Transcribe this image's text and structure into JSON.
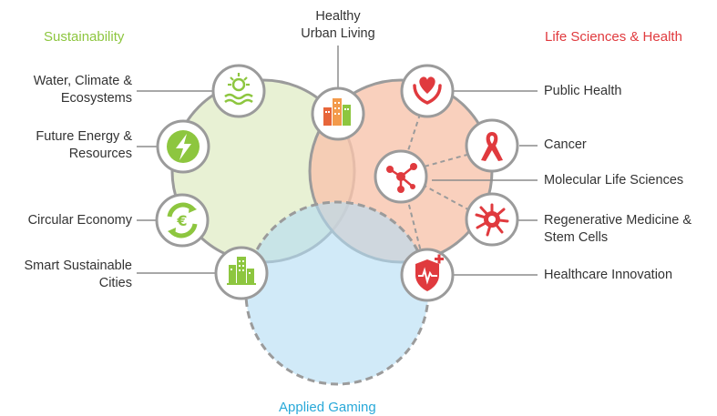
{
  "colors": {
    "sustainability": "#8dc63f",
    "life_sciences": "#e03a3e",
    "applied_gaming": "#29a9d9",
    "text": "#333333"
  },
  "categories": {
    "sustainability": "Sustainability",
    "life_sciences": "Life Sciences & Health",
    "applied_gaming": "Applied Gaming",
    "healthy_urban": [
      "Healthy",
      "Urban Living"
    ]
  },
  "topics_left": [
    {
      "lines": [
        "Water, Climate &",
        "Ecosystems"
      ],
      "icon": "water-climate-icon"
    },
    {
      "lines": [
        "Future Energy &",
        "Resources"
      ],
      "icon": "energy-bolt-icon"
    },
    {
      "lines": [
        "Circular Economy"
      ],
      "icon": "euro-recycle-icon"
    },
    {
      "lines": [
        "Smart Sustainable",
        "Cities"
      ],
      "icon": "city-buildings-icon"
    }
  ],
  "topics_right": [
    {
      "lines": [
        "Public Health"
      ],
      "icon": "heart-hands-icon"
    },
    {
      "lines": [
        "Cancer"
      ],
      "icon": "ribbon-icon"
    },
    {
      "lines": [
        "Molecular Life Sciences"
      ],
      "icon": "molecule-icon"
    },
    {
      "lines": [
        "Regenerative Medicine &",
        "Stem Cells"
      ],
      "icon": "stem-cell-icon"
    },
    {
      "lines": [
        "Healthcare Innovation"
      ],
      "icon": "shield-cross-icon"
    }
  ]
}
